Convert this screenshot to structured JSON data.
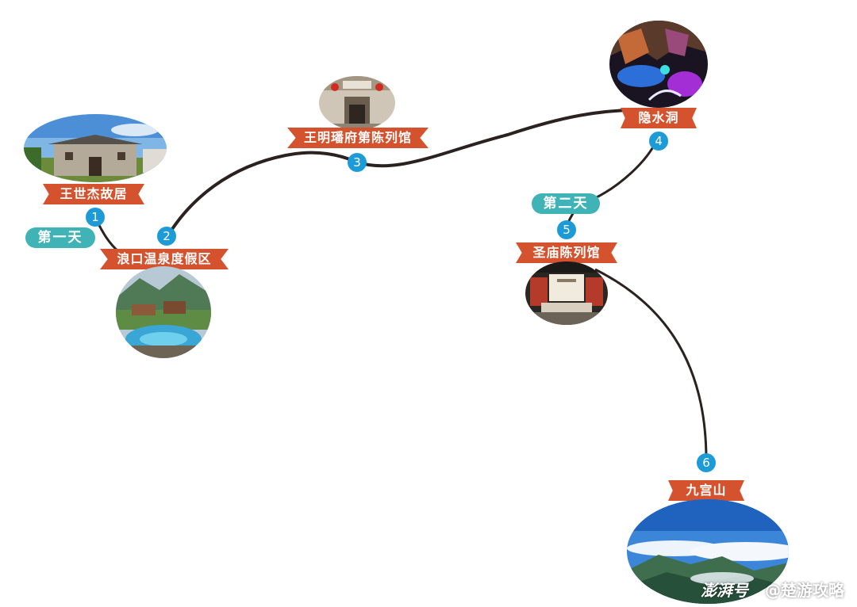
{
  "stops": [
    {
      "number": "1",
      "name": "王世杰故居"
    },
    {
      "number": "2",
      "name": "浪口温泉度假区"
    },
    {
      "number": "3",
      "name": "王明璠府第陈列馆"
    },
    {
      "number": "4",
      "name": "隐水洞"
    },
    {
      "number": "5",
      "name": "圣庙陈列馆"
    },
    {
      "number": "6",
      "name": "九宫山"
    }
  ],
  "days": {
    "day1": "第一天",
    "day2": "第二天"
  },
  "watermark": {
    "brand": "澎湃号",
    "account": "@楚游攻略"
  },
  "colors": {
    "banner": "#d4532e",
    "day_pill": "#3fb3b5",
    "number_badge": "#1d9bd7",
    "route_line": "#2b2220"
  }
}
